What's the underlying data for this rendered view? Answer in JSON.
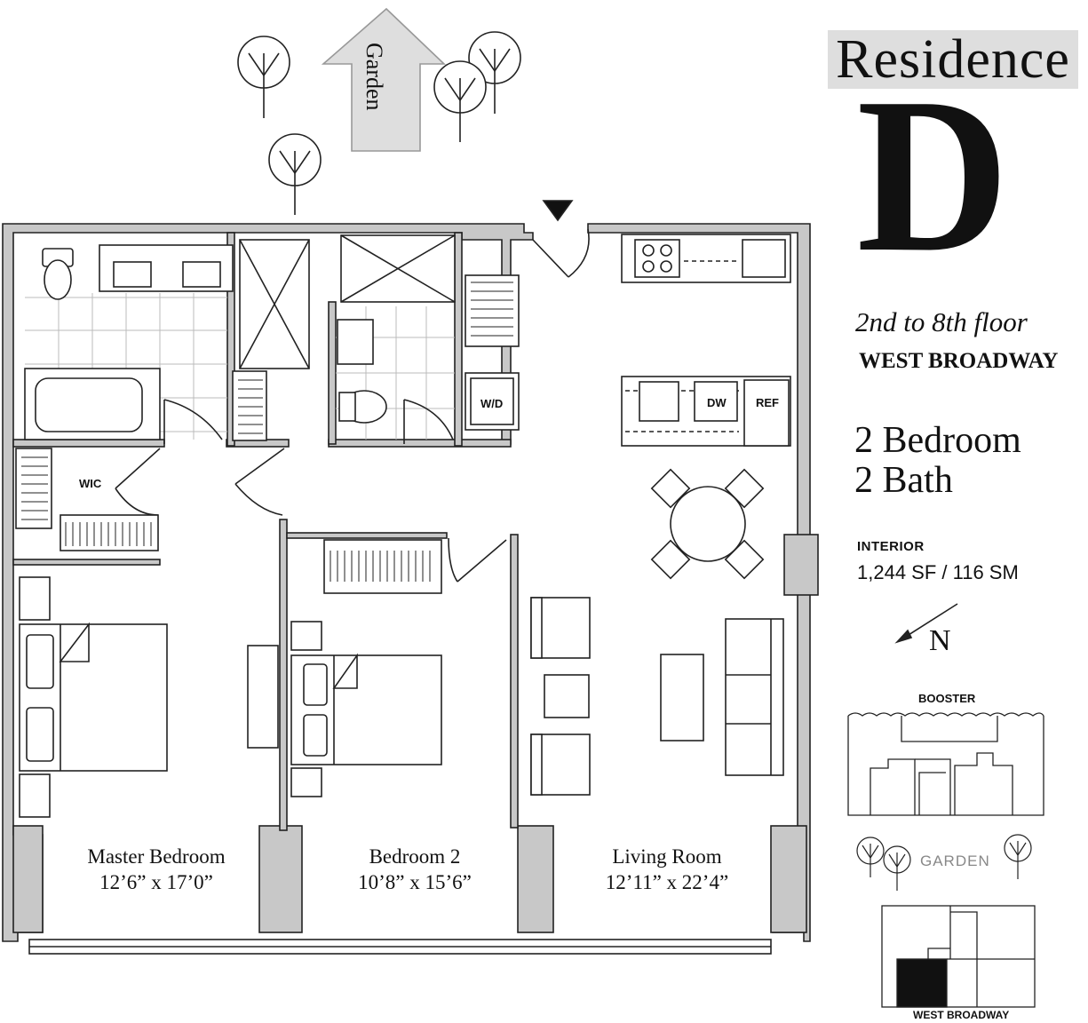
{
  "header": {
    "title_word": "Residence",
    "title_letter": "D",
    "floors": "2nd to 8th floor",
    "street": "WEST BROADWAY",
    "bedrooms": "2 Bedroom",
    "baths": "2 Bath",
    "interior_label": "INTERIOR",
    "interior_area": "1,244 SF / 116 SM"
  },
  "compass": {
    "label": "N"
  },
  "garden_arrow": {
    "label": "Garden"
  },
  "rooms": [
    {
      "name": "Master Bedroom",
      "dims": "12’6” x 17’0”"
    },
    {
      "name": "Bedroom 2",
      "dims": "10’8” x 15’6”"
    },
    {
      "name": "Living Room",
      "dims": "12’11” x 22’4”"
    }
  ],
  "fixtures": {
    "wic": "WIC",
    "washer_dryer": "W/D",
    "dishwasher": "DW",
    "refrigerator": "REF"
  },
  "key_plan": {
    "top_label": "BOOSTER",
    "middle_label": "GARDEN",
    "bottom_label": "WEST BROADWAY",
    "highlight_color": "#111111"
  },
  "colors": {
    "wall": "#c8c8c8",
    "line": "#222222"
  }
}
